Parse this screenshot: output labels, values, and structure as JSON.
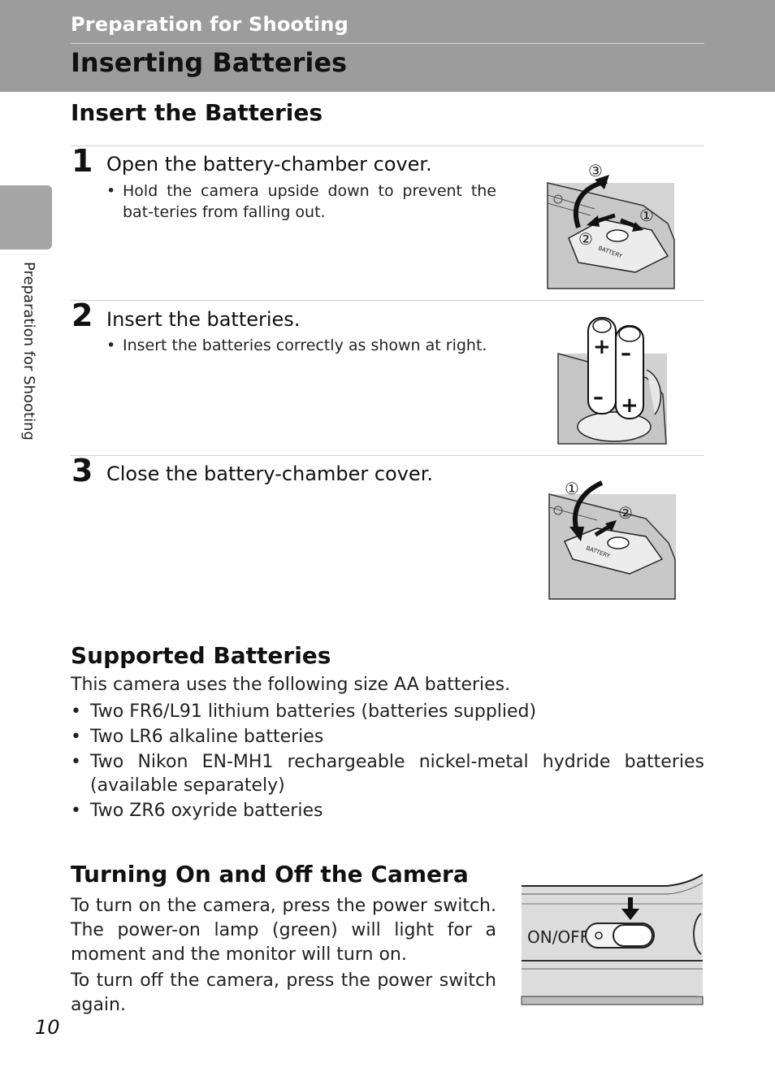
{
  "header": {
    "section": "Preparation for Shooting",
    "title": "Inserting Batteries"
  },
  "side_tab": {
    "label": "Preparation for Shooting"
  },
  "insert": {
    "heading": "Insert the Batteries",
    "steps": [
      {
        "number": "1",
        "title": "Open the battery-chamber cover.",
        "note": "Hold the camera upside down to prevent the bat-teries from falling out."
      },
      {
        "number": "2",
        "title": "Insert the batteries.",
        "note": "Insert the batteries correctly as shown at right."
      },
      {
        "number": "3",
        "title": "Close the battery-chamber cover.",
        "note": ""
      }
    ],
    "illustrations": {
      "step1_markers": [
        "③",
        "①",
        "②"
      ],
      "step3_markers": [
        "①",
        "②"
      ],
      "cover_label": "BATTERY",
      "plus": "+",
      "minus": "–"
    }
  },
  "supported": {
    "heading": "Supported Batteries",
    "intro": "This camera uses the following size AA batteries.",
    "items": [
      "Two FR6/L91 lithium batteries (batteries supplied)",
      "Two LR6 alkaline batteries",
      "Two Nikon EN-MH1 rechargeable nickel-metal hydride batteries (available separately)",
      "Two ZR6 oxyride batteries"
    ]
  },
  "power": {
    "heading": "Turning On and Off the Camera",
    "para1": "To turn on the camera, press the power switch. The power-on lamp (green) will light for a moment and the monitor will turn on.",
    "para2": "To turn off the camera, press the power switch again.",
    "switch_label": "ON/OFF"
  },
  "page_number": "10"
}
